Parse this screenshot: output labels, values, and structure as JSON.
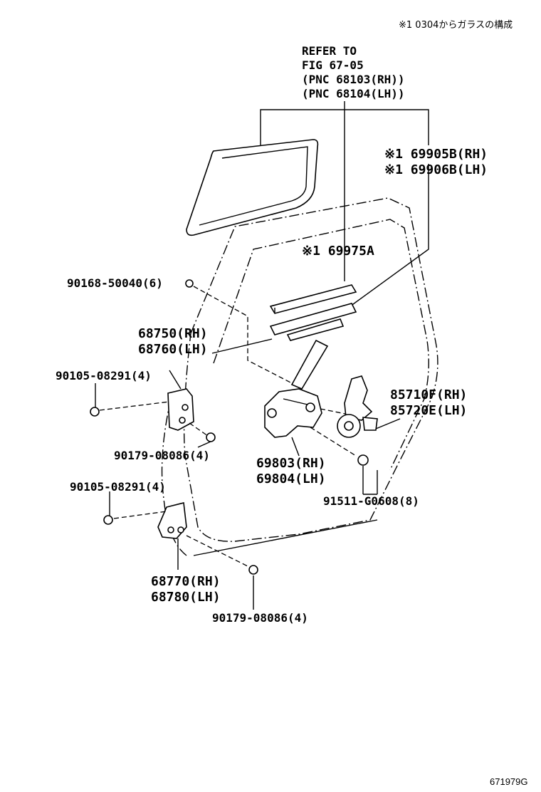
{
  "header": {
    "note": "※1 0304からガラスの構成"
  },
  "footer": {
    "figure_code": "671979G"
  },
  "labels": {
    "refer": [
      "REFER TO",
      "FIG 67-05",
      "(PNC 68103(RH))",
      "(PNC 68104(LH))"
    ],
    "weatherstrip": [
      "※1 69905B(RH)",
      "※1 69906B(LH)"
    ],
    "run_channel": "※1 69975A",
    "bolt_top": "90168-50040(6)",
    "hinge_upper": [
      "68750(RH)",
      "68760(LH)"
    ],
    "bolt_upper": "90105-08291(4)",
    "nut_upper": "90179-08086(4)",
    "motor": [
      "85710F(RH)",
      "85720E(LH)"
    ],
    "regulator": [
      "69803(RH)",
      "69804(LH)"
    ],
    "bolt_lower": "90105-08291(4)",
    "nut_regulator": "91511-G0608(8)",
    "hinge_lower": [
      "68770(RH)",
      "68780(LH)"
    ],
    "nut_lower": "90179-08086(4)"
  }
}
